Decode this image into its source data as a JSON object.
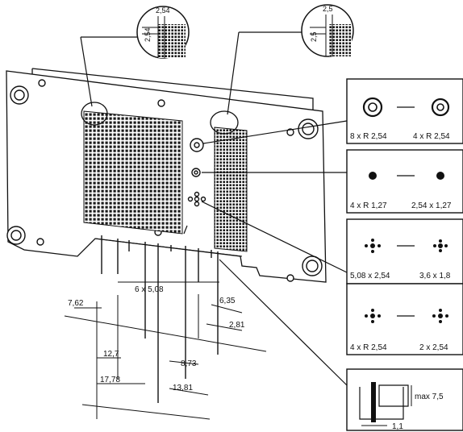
{
  "colors": {
    "ink": "#111111",
    "paper": "#ffffff"
  },
  "zoom_left": {
    "top": "2,54",
    "side": "2,54"
  },
  "zoom_right": {
    "top": "2,5",
    "side": "2,5"
  },
  "dims": {
    "pitch_row": "6 x 5,08",
    "d_7_62": "7,62",
    "d_6_35": "6,35",
    "d_2_81": "2,81",
    "d_12_7": "12,7",
    "d_8_73": "8,73",
    "d_17_78": "17,78",
    "d_13_81": "13,81"
  },
  "panel1": {
    "left": "8 x R 2,54",
    "right": "4 x R 2,54"
  },
  "panel2": {
    "left": "4 x R 1,27",
    "right": "2,54 x 1,27"
  },
  "panel3": {
    "left": "5,08 x 2,54",
    "right": "3,6 x 1,8"
  },
  "panel4": {
    "left": "4 x R 2,54",
    "right": "2 x 2,54"
  },
  "detail": {
    "max": "max 7,5",
    "thick": "1,1"
  }
}
